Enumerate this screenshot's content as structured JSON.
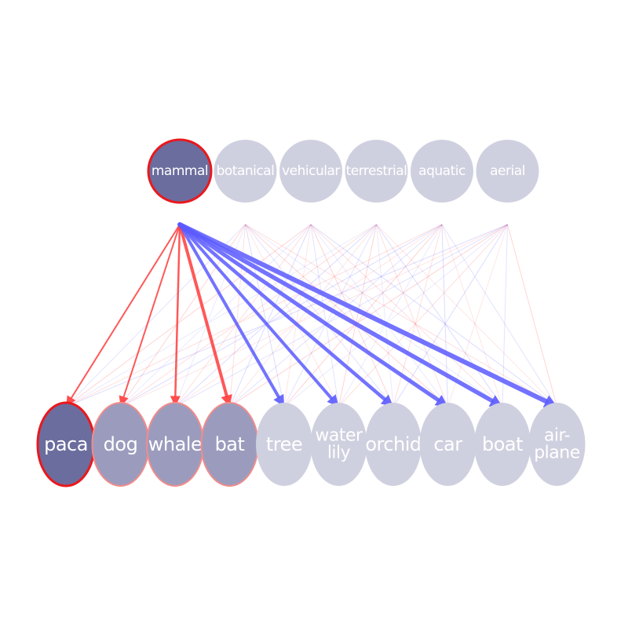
{
  "diagram": {
    "top_nodes": [
      {
        "id": "mammal",
        "lines": [
          "mammal"
        ],
        "state": "selected"
      },
      {
        "id": "botanical",
        "lines": [
          "botanical"
        ],
        "state": "inactive"
      },
      {
        "id": "vehicular",
        "lines": [
          "vehicular"
        ],
        "state": "inactive"
      },
      {
        "id": "terrestrial",
        "lines": [
          "terrestrial"
        ],
        "state": "inactive"
      },
      {
        "id": "aquatic",
        "lines": [
          "aquatic"
        ],
        "state": "inactive"
      },
      {
        "id": "aerial",
        "lines": [
          "aerial"
        ],
        "state": "inactive"
      }
    ],
    "bottom_nodes": [
      {
        "id": "paca",
        "lines": [
          "paca"
        ],
        "state": "selected"
      },
      {
        "id": "dog",
        "lines": [
          "dog"
        ],
        "state": "related"
      },
      {
        "id": "whale",
        "lines": [
          "whale"
        ],
        "state": "related"
      },
      {
        "id": "bat",
        "lines": [
          "bat"
        ],
        "state": "related"
      },
      {
        "id": "tree",
        "lines": [
          "tree"
        ],
        "state": "inactive"
      },
      {
        "id": "water-lily",
        "lines": [
          "water",
          "lily"
        ],
        "state": "inactive"
      },
      {
        "id": "orchid",
        "lines": [
          "orchid"
        ],
        "state": "inactive"
      },
      {
        "id": "car",
        "lines": [
          "car"
        ],
        "state": "inactive"
      },
      {
        "id": "boat",
        "lines": [
          "boat"
        ],
        "state": "inactive"
      },
      {
        "id": "airplane",
        "lines": [
          "air-",
          "plane"
        ],
        "state": "inactive"
      }
    ],
    "highlighted_edges": [
      {
        "from": 0,
        "to": 0,
        "sign": "positive",
        "weight": 2
      },
      {
        "from": 0,
        "to": 1,
        "sign": "positive",
        "weight": 2
      },
      {
        "from": 0,
        "to": 2,
        "sign": "positive",
        "weight": 2.5
      },
      {
        "from": 0,
        "to": 3,
        "sign": "positive",
        "weight": 4
      },
      {
        "from": 0,
        "to": 4,
        "sign": "negative",
        "weight": 4
      },
      {
        "from": 0,
        "to": 5,
        "sign": "negative",
        "weight": 4
      },
      {
        "from": 0,
        "to": 6,
        "sign": "negative",
        "weight": 4.5
      },
      {
        "from": 0,
        "to": 7,
        "sign": "negative",
        "weight": 5
      },
      {
        "from": 0,
        "to": 8,
        "sign": "negative",
        "weight": 5.5
      },
      {
        "from": 0,
        "to": 9,
        "sign": "negative",
        "weight": 6
      }
    ],
    "colors": {
      "positive": "#ff3b3b",
      "negative": "#5a5aff",
      "selected_fill": "#6b6d9e",
      "related_fill": "#9b9cbd",
      "inactive_fill": "#cfd0df",
      "selected_stroke": "#e8191e",
      "related_stroke": "#f08c8c",
      "label": "#ffffff"
    }
  }
}
